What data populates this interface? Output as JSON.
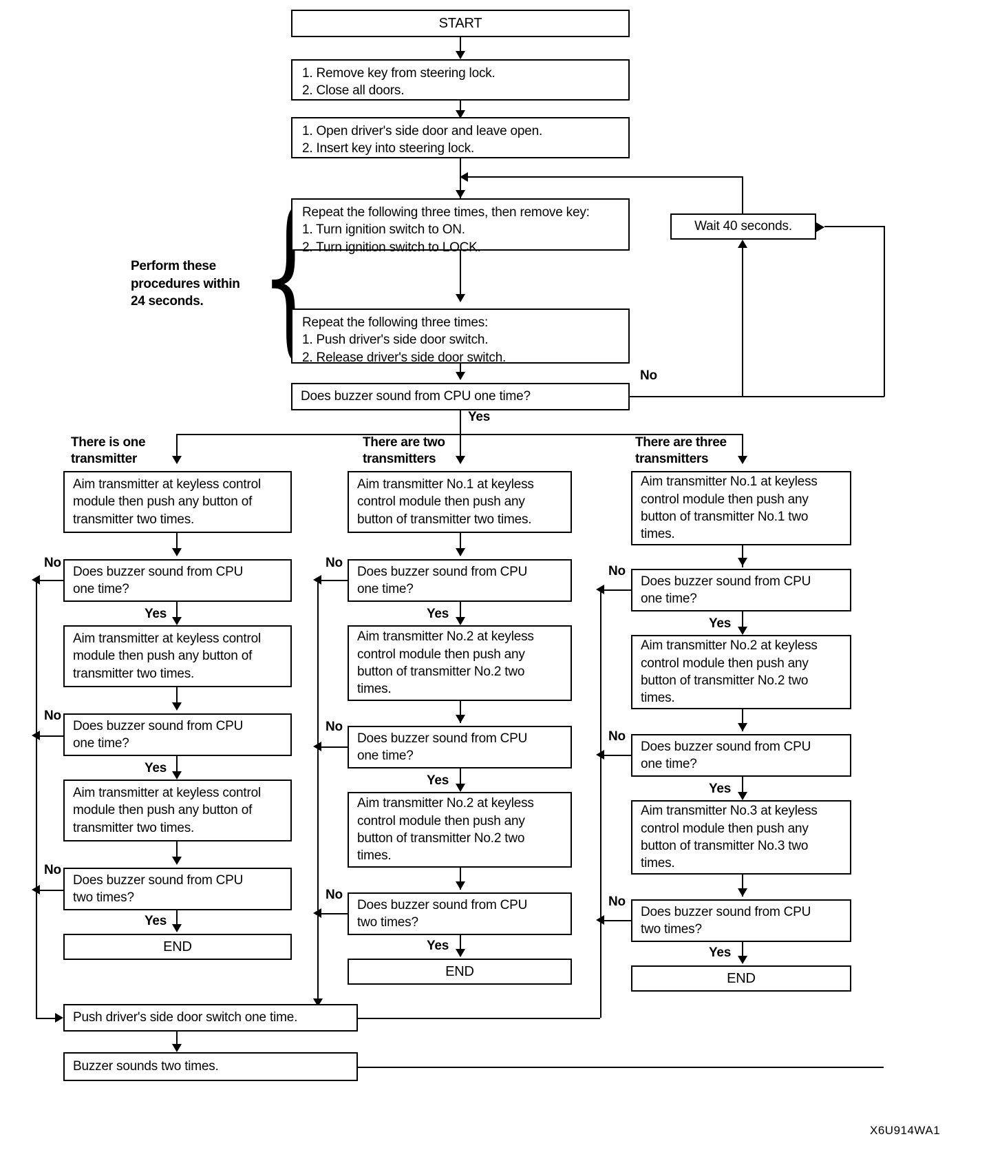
{
  "figure": {
    "code": "X6U914WA1",
    "note_left": "Perform these\nprocedures within\n24 seconds."
  },
  "nodes": {
    "start": "START",
    "step1": "1.  Remove key from steering lock.\n2.  Close all doors.",
    "step2": "1.  Open driver's side door and leave open.\n2.  Insert key into steering lock.",
    "step3": "Repeat the following three times, then remove key:\n1.  Turn ignition switch to ON.\n2.  Turn ignition switch to LOCK.",
    "step4": "Repeat the following three times:\n1.  Push driver's side door switch.\n2.  Release driver's side door switch.",
    "wait": "Wait 40 seconds.",
    "main_decision": "Does buzzer sound from CPU one time?",
    "push_door_switch": "Push driver's side door switch one time.",
    "buzzer_two": "Buzzer sounds two times.",
    "end": "END"
  },
  "columns": {
    "one": {
      "header": "There is one\ntransmitter",
      "steps": [
        "Aim transmitter at keyless control\nmodule then push any button of\ntransmitter two times.",
        "Does buzzer sound from CPU\none time?",
        "Aim transmitter at keyless control\nmodule then push any button of\ntransmitter two times.",
        "Does buzzer sound from CPU\none time?",
        "Aim transmitter at keyless control\nmodule then push any button of\ntransmitter two times.",
        "Does buzzer sound from CPU\ntwo times?",
        "END"
      ]
    },
    "two": {
      "header": "There are two\ntransmitters",
      "steps": [
        "Aim transmitter No.1 at keyless\ncontrol module then push any\nbutton of transmitter two times.",
        "Does buzzer sound from CPU\none time?",
        "Aim transmitter No.2 at keyless\ncontrol module then push any\nbutton of transmitter No.2 two\ntimes.",
        "Does buzzer sound from CPU\none time?",
        "Aim transmitter No.2 at keyless\ncontrol module then push any\nbutton of transmitter No.2 two\ntimes.",
        "Does buzzer sound from CPU\ntwo times?",
        "END"
      ]
    },
    "three": {
      "header": "There are three\ntransmitters",
      "steps": [
        "Aim transmitter No.1 at keyless\ncontrol module then push any\nbutton of transmitter No.1 two\ntimes.",
        "Does buzzer sound from CPU\none time?",
        "Aim transmitter No.2 at keyless\ncontrol module then push any\nbutton of transmitter No.2 two\ntimes.",
        "Does buzzer sound from CPU\none time?",
        "Aim transmitter No.3 at keyless\ncontrol module then push any\nbutton of transmitter No.3 two\ntimes.",
        "Does buzzer sound from CPU\ntwo times?",
        "END"
      ]
    }
  },
  "labels": {
    "yes": "Yes",
    "no": "No"
  },
  "chart_data": {
    "type": "flowchart",
    "title": "Keyless entry transmitter registration procedure",
    "orientation": "top-to-bottom",
    "node_sequence": [
      "START",
      "1. Remove key from steering lock. 2. Close all doors.",
      "1. Open driver's side door and leave open. 2. Insert key into steering lock.",
      "Repeat the following three times, then remove key: 1. Turn ignition switch to ON. 2. Turn ignition switch to LOCK.",
      "Repeat the following three times: 1. Push driver's side door switch. 2. Release driver's side door switch.",
      "Does buzzer sound from CPU one time?"
    ],
    "branches": [
      {
        "from": "Does buzzer sound from CPU one time?",
        "label": "No",
        "to": "Wait 40 seconds."
      },
      {
        "from": "Does buzzer sound from CPU one time?",
        "label": "Yes",
        "to": "There is one transmitter / There are two transmitters / There are three transmitters"
      },
      {
        "from": "Wait 40 seconds.",
        "label": "",
        "to": "Repeat the following three times, then remove key"
      }
    ],
    "terminal_nodes": [
      "END",
      "Buzzer sounds two times."
    ],
    "decision_labels": [
      "Yes",
      "No"
    ],
    "annotation": "Perform these procedures within 24 seconds."
  }
}
